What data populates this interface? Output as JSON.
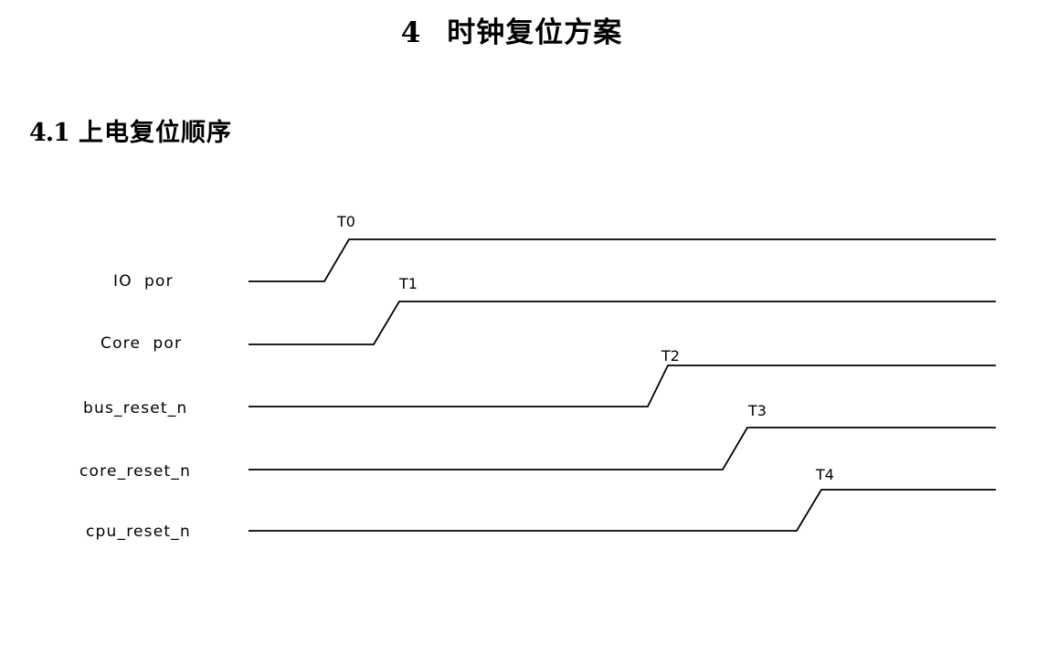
{
  "chapter": {
    "number": "4",
    "title": "时钟复位方案"
  },
  "section": {
    "number": "4.1",
    "title": "上电复位顺序"
  },
  "timing_diagram": {
    "signals": [
      {
        "name": "IO  por",
        "edge_label": "T0"
      },
      {
        "name": "Core  por",
        "edge_label": "T1"
      },
      {
        "name": "bus_reset_n",
        "edge_label": "T2"
      },
      {
        "name": "core_reset_n",
        "edge_label": "T3"
      },
      {
        "name": "cpu_reset_n",
        "edge_label": "T4"
      }
    ]
  }
}
